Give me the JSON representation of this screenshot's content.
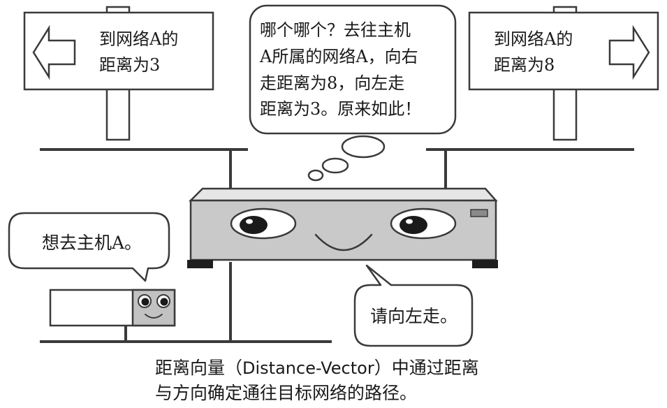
{
  "signs": {
    "left": {
      "line1": "到网络A的",
      "line2": "距离为3",
      "arrow_icon": "left-arrow-icon"
    },
    "right": {
      "line1": "到网络A的",
      "line2": "距离为8",
      "arrow_icon": "right-arrow-icon"
    }
  },
  "router_thought": {
    "line1": "哪个哪个？去往主机",
    "line2": "A所属的网络A，向右",
    "line3": "走距离为8，向左走",
    "line4": "距离为3。原来如此！"
  },
  "host_speech": {
    "text": "想去主机A。"
  },
  "router_speech": {
    "text": "请向左走。"
  },
  "caption": {
    "line1_before": "距离向量（",
    "line1_latin": "Distance-Vector",
    "line1_after": "）中通过距离",
    "line2": "与方向确定通往目标网络的路径。"
  },
  "colors": {
    "router_body": "#c9c9c9",
    "host_face": "#c2c2c2",
    "line": "#3a3a3a",
    "text": "#1a1a1a"
  }
}
